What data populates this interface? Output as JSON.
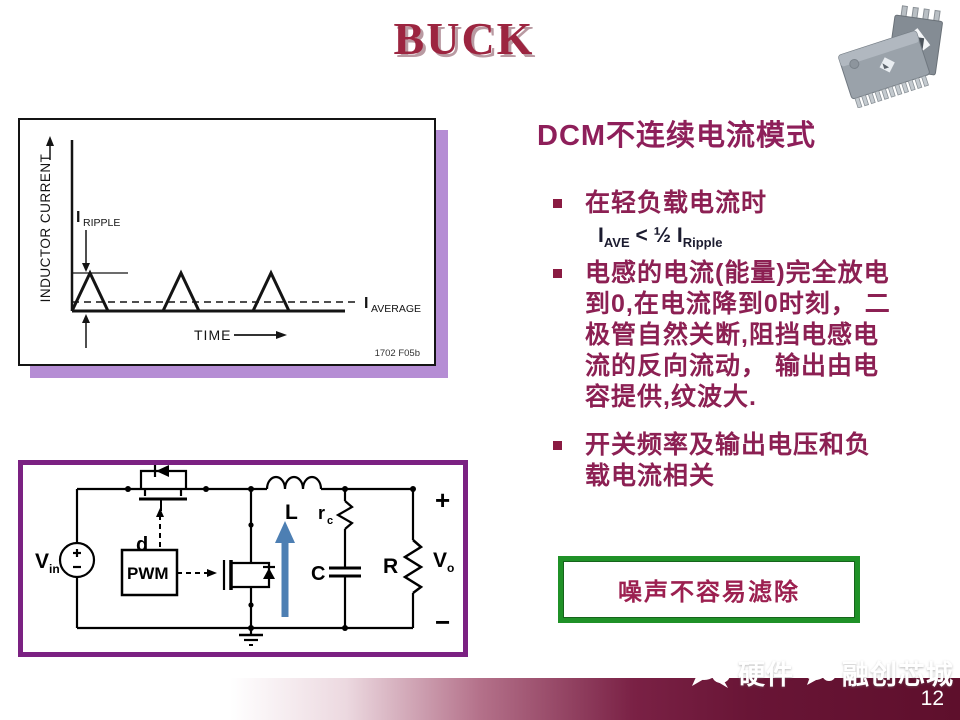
{
  "slide": {
    "title": "BUCK",
    "page_number": "12"
  },
  "right_panel": {
    "heading": "DCM不连续电流模式",
    "bullet1": "在轻负载电流时",
    "formula": {
      "sym1": "I",
      "sub1": "AVE",
      "mid": " < ½ ",
      "sym2": "I",
      "sub2": "Ripple"
    },
    "bullet2_lines": [
      "电感的电流(能量)完全放电",
      "到0,在电流降到0时刻， 二",
      "极管自然关断,阻挡电感电",
      "流的反向流动， 输出由电",
      "容提供,纹波大."
    ],
    "bullet3_lines": [
      "开关频率及输出电压和负",
      "载电流相关"
    ],
    "callout": "噪声不容易滤除"
  },
  "waveform_figure": {
    "y_axis_label": "INDUCTOR CURRENT",
    "x_axis_label": "TIME",
    "ripple_label": {
      "sym": "I",
      "sub": "RIPPLE"
    },
    "average_label": {
      "sym": "I",
      "sub": "AVERAGE"
    },
    "figure_ref": "1702 F05b"
  },
  "circuit_figure": {
    "vin": {
      "sym": "V",
      "sub": "in"
    },
    "pwm_label": "PWM",
    "duty_label": "d",
    "inductor_label": "L",
    "esr_label": {
      "sym": "r",
      "sub": "c"
    },
    "cap_label": "C",
    "load_label": "R",
    "vout": {
      "sym": "V",
      "sub": "o"
    },
    "plus": "+",
    "minus": "−"
  },
  "watermark": {
    "brand_left": "硬件",
    "brand_right": "融创芯城"
  },
  "colors": {
    "title_red": "#9c2540",
    "accent_maroon": "#8c2053",
    "purple_border": "#7b2182",
    "lavender_shadow": "#b58dd4",
    "green_border": "#1f9127",
    "footer_maroon": "#5e0f2c",
    "arrow_blue": "#4d7fb3"
  }
}
